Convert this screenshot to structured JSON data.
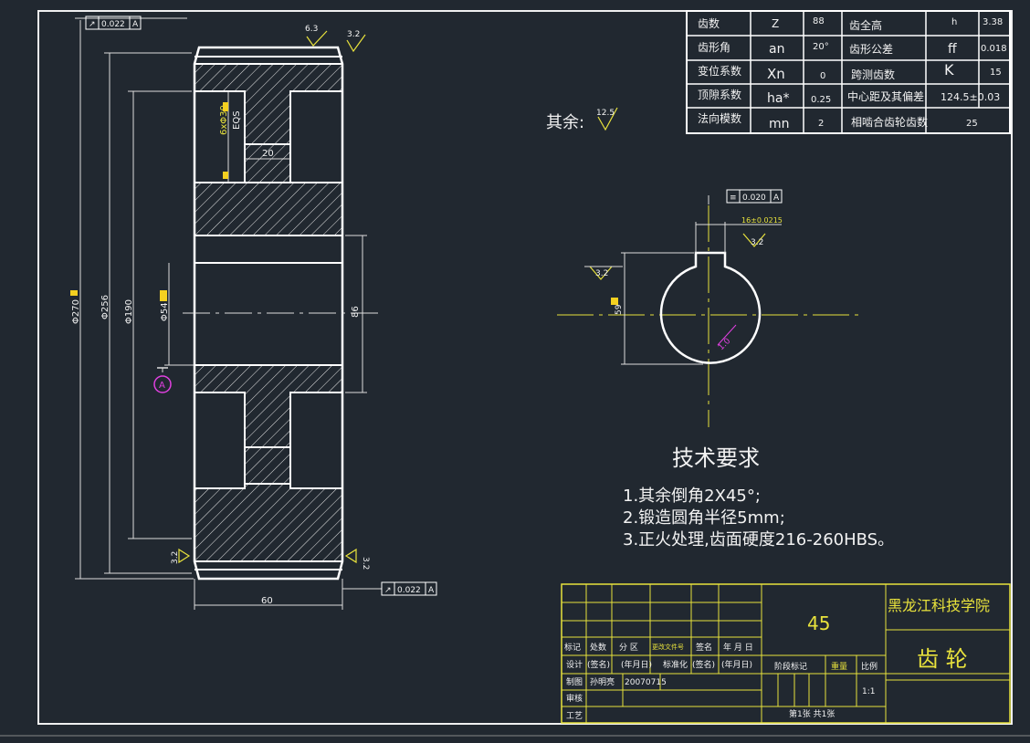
{
  "params": {
    "rows": [
      {
        "l1": "齿数",
        "s1": "Z",
        "v1": "88",
        "l2": "齿全高",
        "s2": "h",
        "v2": "3.38"
      },
      {
        "l1": "齿形角",
        "s1": "an",
        "v1": "20°",
        "l2": "齿形公差",
        "s2": "ff",
        "v2": "0.018"
      },
      {
        "l1": "变位系数",
        "s1": "Xn",
        "v1": "0",
        "l2": "跨测齿数",
        "s2": "K",
        "v2": "15"
      },
      {
        "l1": "顶隙系数",
        "s1": "ha*",
        "v1": "0.25",
        "l2": "中心距及其偏差",
        "s2": "",
        "v2": "124.5±0.03"
      },
      {
        "l1": "法向模数",
        "s1": "mn",
        "v1": "2",
        "l2": "相啮合齿轮齿数",
        "s2": "",
        "v2": "25"
      }
    ]
  },
  "roughness": {
    "rest_label": "其余:",
    "rest_value": "12.5",
    "top_left": "6.3",
    "top_right": "3.2",
    "bottom_left": "3.2",
    "bottom_right": "3.2",
    "hole_left": "3.2",
    "key_top": "3.2"
  },
  "tolerances": {
    "top_symbol": "↗",
    "top_value": "0.022",
    "top_ref": "A",
    "bottom_symbol": "↗",
    "bottom_value": "0.022",
    "bottom_ref": "A",
    "key_symbol": "≡",
    "key_value": "0.020",
    "key_ref": "A"
  },
  "dims": {
    "d270": "Φ270",
    "d256": "Φ256",
    "d190": "Φ190",
    "d54": "Φ54",
    "width": "60",
    "hub": "86",
    "web": "20",
    "holes_a": "6xΦ30",
    "holes_b": "EQS",
    "keyway": "16±0.0215",
    "key_depth": "59",
    "datum": "A",
    "chamfer": "1.0"
  },
  "tech": {
    "title": "技术要求",
    "items": [
      "1.其余倒角2X45°;",
      "2.锻造圆角半径5mm;",
      "3.正火处理,齿面硬度216-260HBS。"
    ]
  },
  "title_block": {
    "material": "45",
    "school": "黑龙江科技学院",
    "part_name": "齿 轮",
    "headers": [
      "标记",
      "处数",
      "分 区",
      "更改文件号",
      "签名",
      "年 月 日"
    ],
    "row_design": [
      "设计",
      "(签名)",
      "(年月日)",
      "标准化",
      "(签名)",
      "(年月日)"
    ],
    "row_draw": [
      "制图",
      "孙明亮",
      "20070715"
    ],
    "row_check": [
      "审核"
    ],
    "row_craft": [
      "工艺"
    ],
    "stage_label": "阶段标记",
    "weight_label": "重量",
    "scale_label": "比例",
    "scale_value": "1:1",
    "sheet": "第1张  共1张"
  }
}
